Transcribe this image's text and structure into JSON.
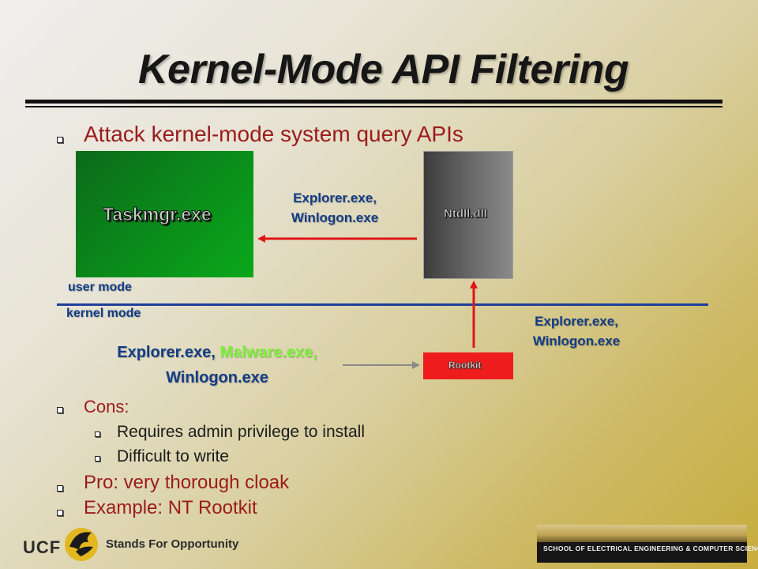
{
  "slide": {
    "title": "Kernel-Mode API Filtering",
    "main_bullet": "Attack kernel-mode system query APIs",
    "cons_label": "Cons:",
    "cons_items": [
      "Requires admin privilege to install",
      "Difficult to write"
    ],
    "pro": "Pro: very thorough cloak",
    "example": "Example: NT Rootkit"
  },
  "diagram": {
    "taskmgr_label": "Taskmgr.exe",
    "ntdll_label": "Ntdll.dll",
    "rootkit_label": "Rootkit",
    "arrow_top_label_line1": "Explorer.exe,",
    "arrow_top_label_line2": "Winlogon.exe",
    "right_label_line1": "Explorer.exe,",
    "right_label_line2": "Winlogon.exe",
    "user_mode_label": "user mode",
    "kernel_mode_label": "kernel mode",
    "input_list": {
      "part1": "Explorer.exe,",
      "part2_malware": "Malware.exe,",
      "part3": "Winlogon.exe"
    }
  },
  "footer": {
    "logo_text": "UCF",
    "tagline": "Stands For Opportunity",
    "school": "SCHOOL OF ELECTRICAL ENGINEERING & COMPUTER SCIENCE"
  },
  "colors": {
    "bullet_red": "#9b1b1b",
    "diagram_blue": "#123c87",
    "malware_green": "#7cf23a",
    "arrow_red": "#e01515",
    "rootkit_red": "#ee1c1c"
  }
}
